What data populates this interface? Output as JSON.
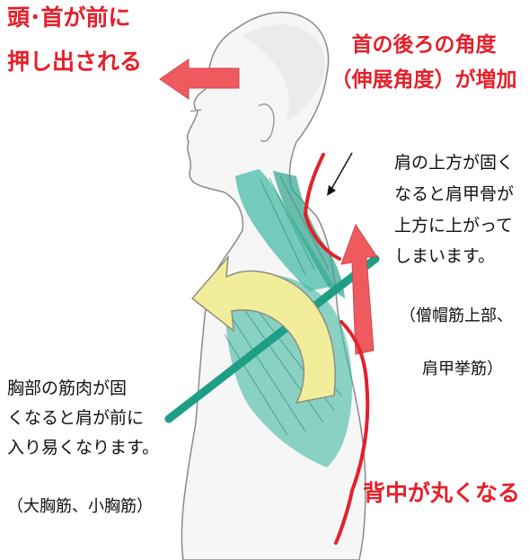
{
  "labels": {
    "head_pushed": [
      "頭･首が前に",
      "押し出される"
    ],
    "neck_angle": [
      "首の後ろの角度",
      "（伸展角度）が増加"
    ],
    "shoulder_text": [
      "肩の上方が固く",
      "なると肩甲骨が",
      "上方に上がって",
      "しまいます。"
    ],
    "shoulder_muscles": [
      "（僧帽筋上部、",
      "肩甲挙筋）"
    ],
    "chest_text": [
      "胸部の筋肉が固",
      "くなると肩が前に",
      "入り易くなります。"
    ],
    "chest_muscles": "（大胸筋、小胸筋）",
    "back_rounded": "背中が丸くなる"
  },
  "colors": {
    "accent_red": "#e4202a",
    "arrow_red": "#ee5a5e",
    "muscle_teal": "#3fb9a2",
    "bar_teal": "#1f9e86",
    "curved_arrow_yellow": "#f2ed9a",
    "silhouette_outline": "#8a8a8a"
  }
}
